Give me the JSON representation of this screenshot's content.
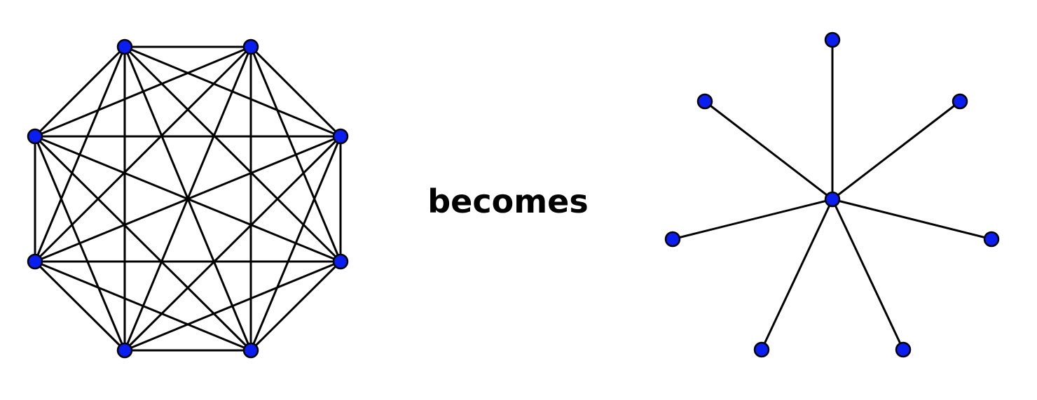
{
  "caption": "becomes",
  "colors": {
    "node_fill": "#0a1ef0",
    "edge": "#000000",
    "background": "#ffffff"
  },
  "graphs": [
    {
      "name": "complete-graph",
      "node_count": 8,
      "edges": "all-pairs"
    },
    {
      "name": "star-graph",
      "node_count": 8,
      "center": 0,
      "edges": "center-to-leaves"
    }
  ]
}
